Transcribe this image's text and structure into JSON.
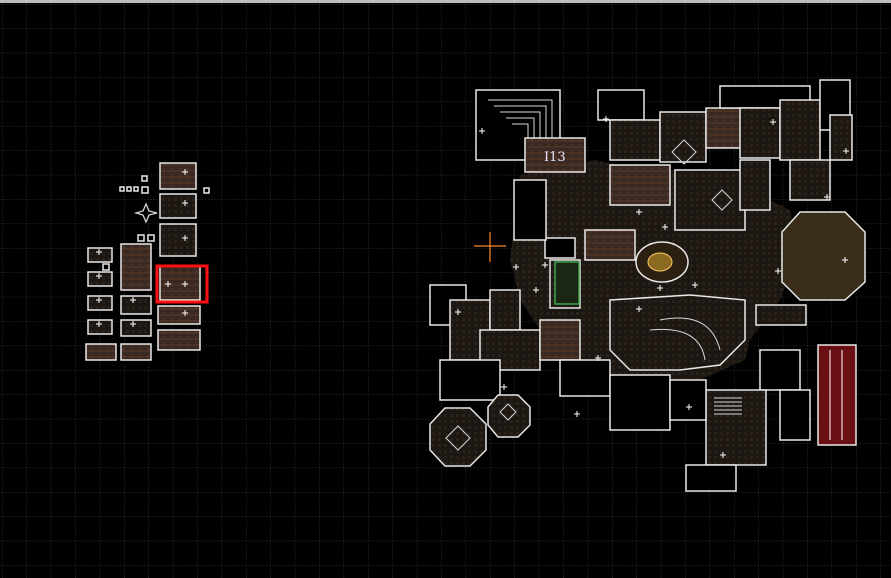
{
  "view": {
    "type": "level-editor-map",
    "grid": true,
    "colors": {
      "background": "#000000",
      "grid": "#3a3a3a",
      "wall": "#e8e8e8",
      "selection": "#ff1010",
      "cursor": "#ff8a2a",
      "accent_green": "#3fa34d",
      "accent_red_room": "#6a0f14",
      "accent_blue": "#4a6ad0"
    }
  },
  "labels": {
    "room_tag": "I13"
  },
  "icons": {
    "thing_marker": "crosshair-plus",
    "spawn_marker": "four-point-star",
    "cursor": "crosshair"
  }
}
